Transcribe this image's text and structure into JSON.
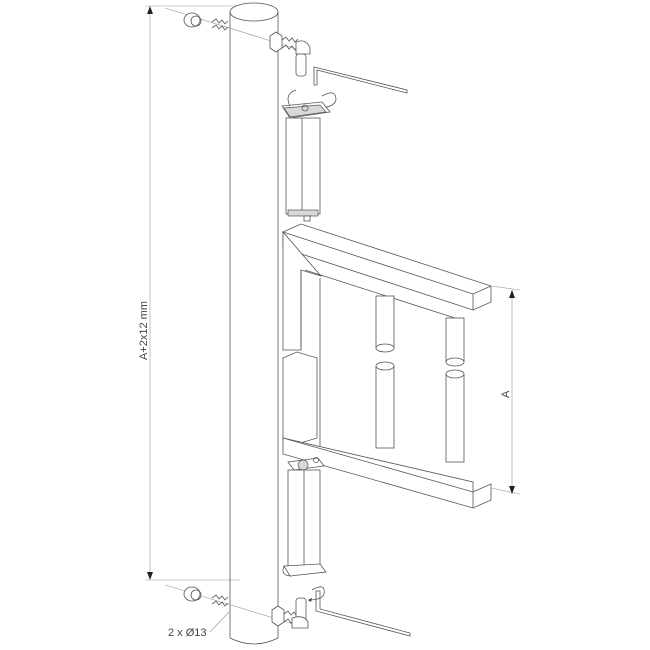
{
  "diagram": {
    "type": "exploded-assembly-drawing",
    "labels": {
      "total_height": "A+2x12 mm",
      "distance_a": "A",
      "holes": "2 x Ø13"
    },
    "colors": {
      "line": "#555555",
      "light_line": "#999999",
      "background": "#ffffff"
    },
    "parts": [
      {
        "name": "post",
        "shape": "round tube"
      },
      {
        "name": "top-hinge-bolt",
        "shape": "threaded eye bolt with pin"
      },
      {
        "name": "bottom-hinge-bolt",
        "shape": "threaded eye bolt with pin"
      },
      {
        "name": "top-cap-nut"
      },
      {
        "name": "bottom-cap-nut"
      },
      {
        "name": "top-closer-cylinder"
      },
      {
        "name": "bottom-closer-cylinder"
      },
      {
        "name": "allen-key-top"
      },
      {
        "name": "allen-key-bottom"
      },
      {
        "name": "gate-frame",
        "shape": "square tube frame with round bars"
      }
    ]
  }
}
